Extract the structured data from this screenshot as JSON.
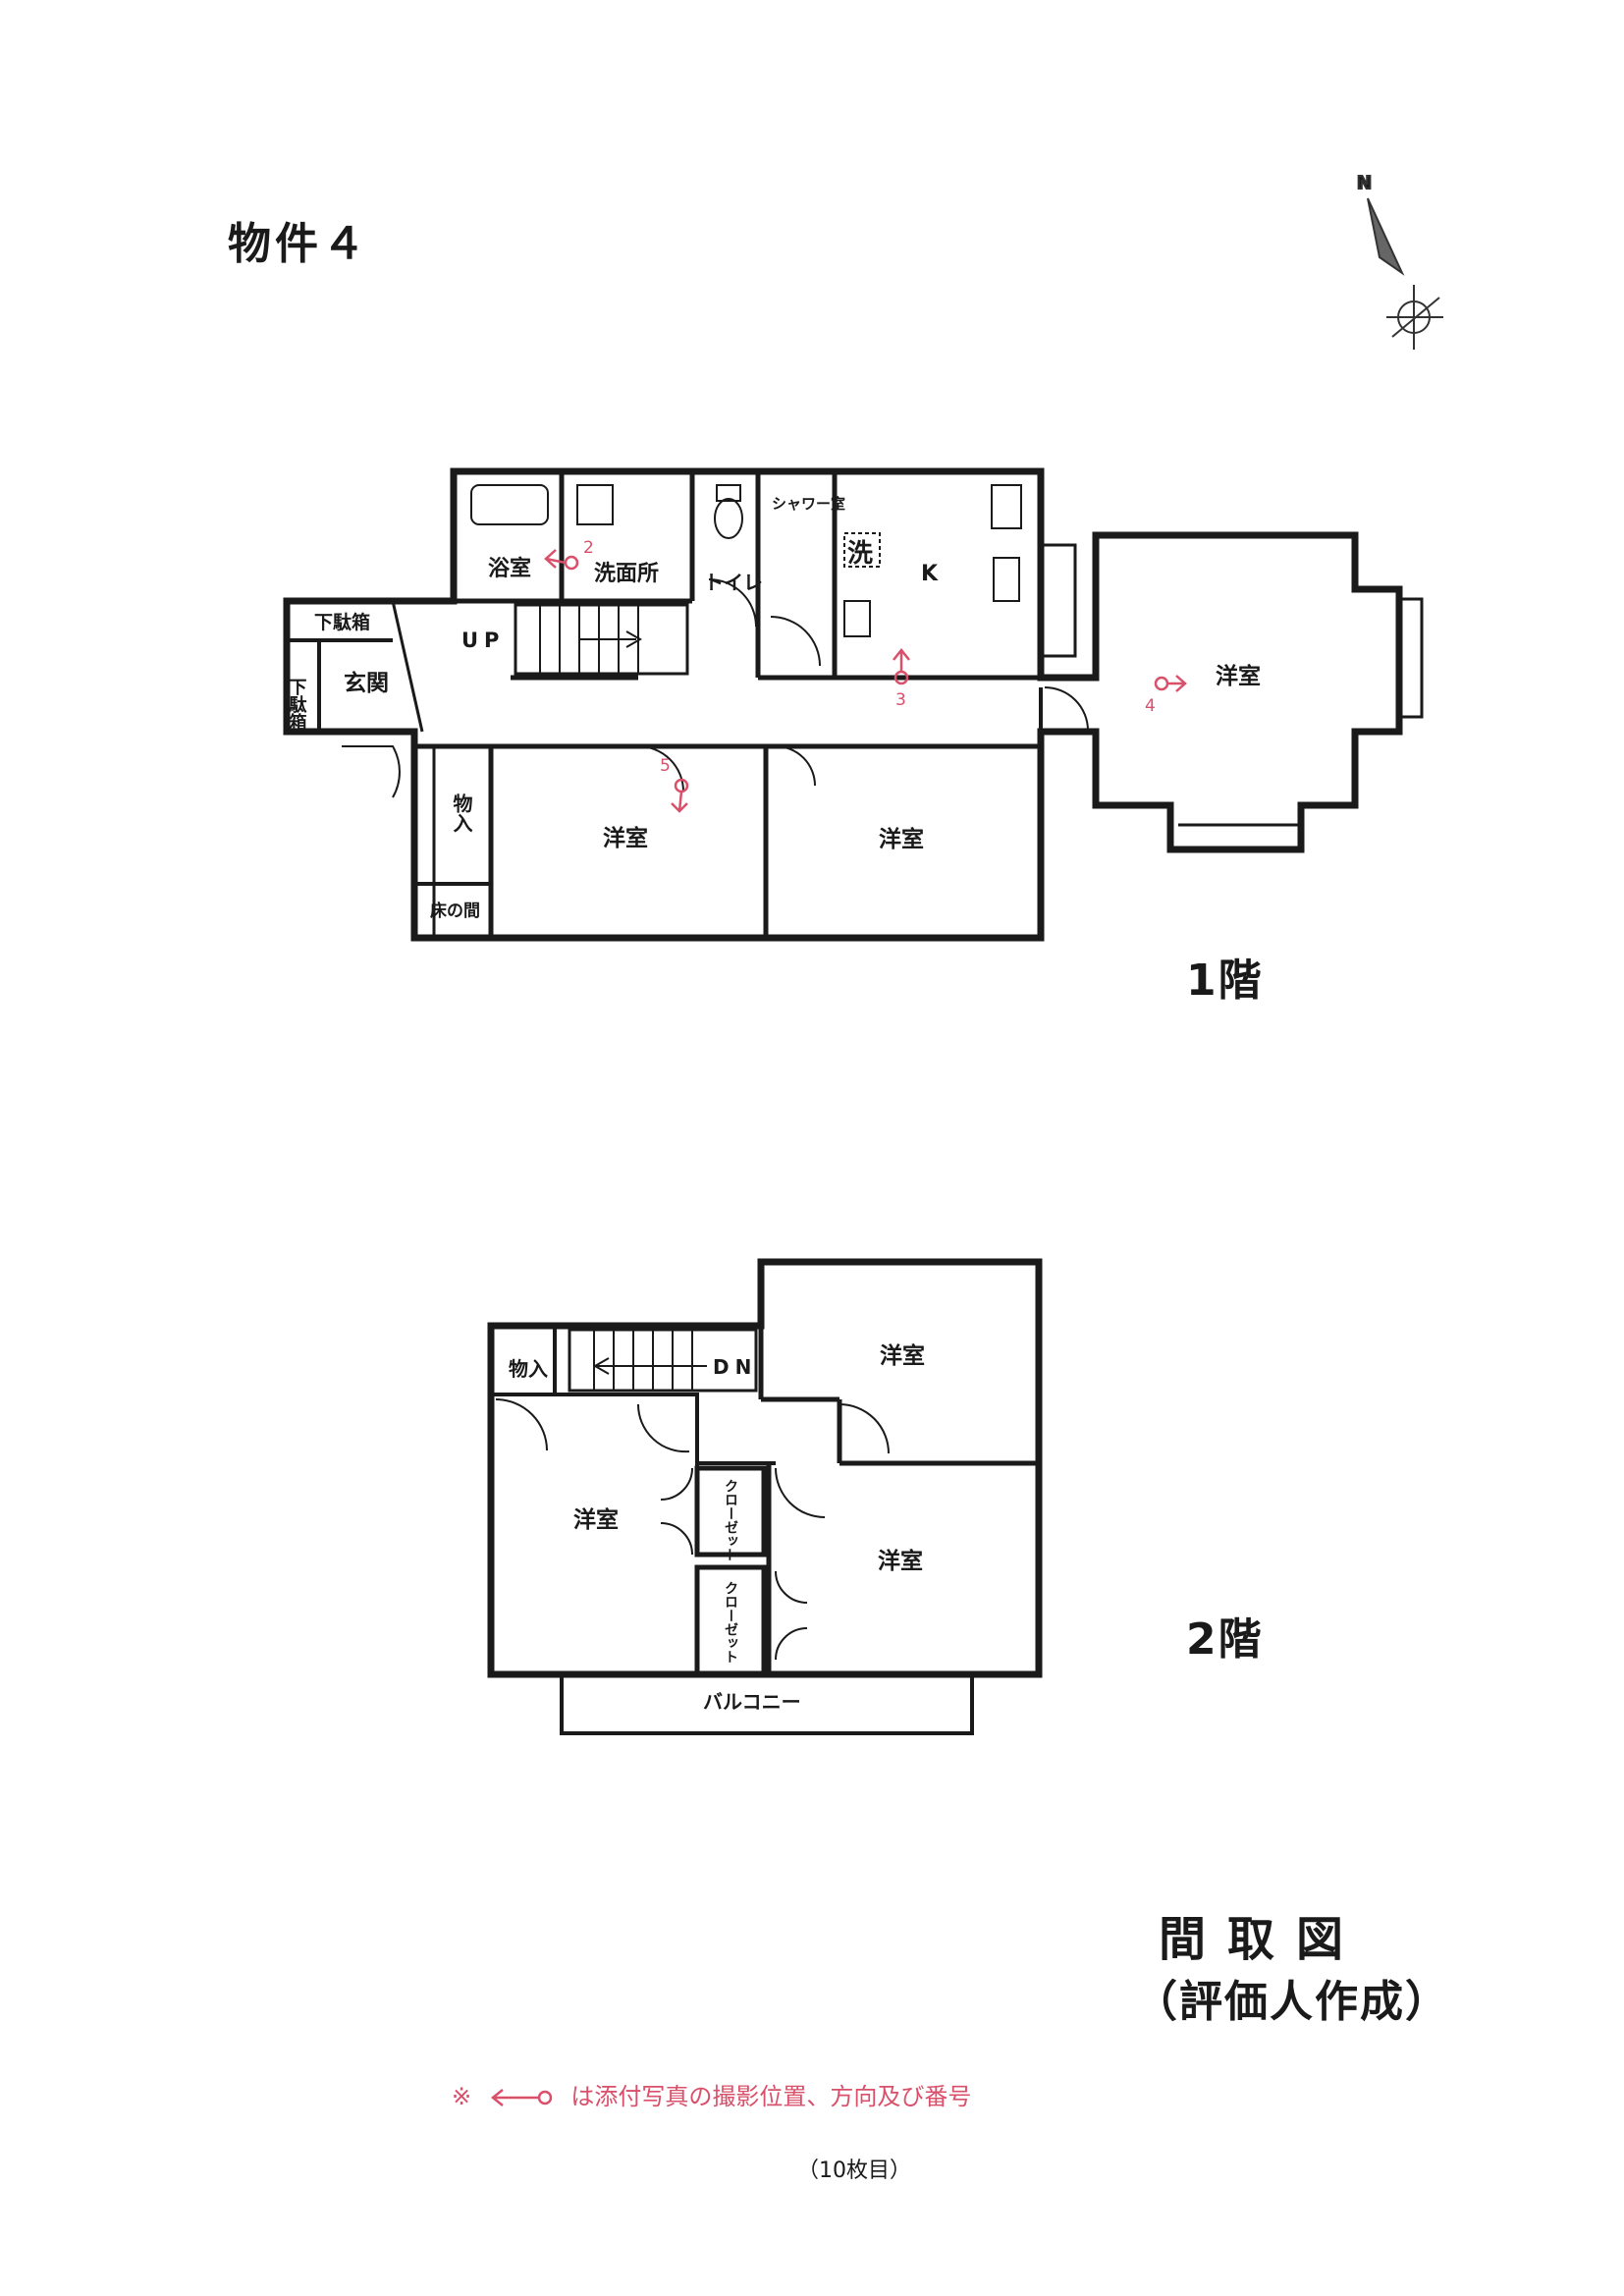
{
  "header": {
    "title": "物件４"
  },
  "compass": {
    "north_label": "N"
  },
  "floor1": {
    "label": "1階",
    "rooms": {
      "bath": "浴室",
      "washroom": "洗面所",
      "toilet": "トイレ",
      "shower": "シャワー室",
      "kitchen": "K",
      "washer": "洗",
      "shoe_box_top": "下駄箱",
      "shoe_box_side": "下駄箱",
      "entrance": "玄関",
      "stairs": "UP",
      "storage": "物入",
      "alcove": "床の間",
      "western_a": "洋室",
      "western_b": "洋室",
      "western_c": "洋室"
    },
    "photo_markers": [
      "2",
      "3",
      "4",
      "5"
    ]
  },
  "floor2": {
    "label": "2階",
    "rooms": {
      "storage": "物入",
      "stairs": "DN",
      "western_ne": "洋室",
      "western_w": "洋室",
      "western_se": "洋室",
      "closet_a": "クローゼット",
      "closet_b": "クローゼット",
      "balcony": "バルコニー"
    }
  },
  "stamp": {
    "title": "間取図",
    "subtitle": "（評価人作成）"
  },
  "legend": {
    "mark": "※",
    "text": "は添付写真の撮影位置、方向及び番号"
  },
  "footer": {
    "sheet_no": "（10枚目）"
  },
  "colors": {
    "line": "#1a1a1a",
    "photo_marker": "#d9506b"
  }
}
